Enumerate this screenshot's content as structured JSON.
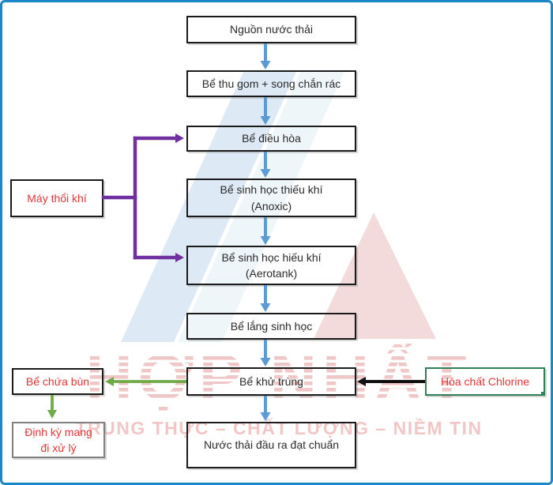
{
  "page": {
    "background": "#ffffff",
    "border_color": "#1b87c9"
  },
  "flow_boxes": [
    {
      "id": "source",
      "lines": [
        "Nguồn nước thải"
      ]
    },
    {
      "id": "collection",
      "lines": [
        "Bể thu gom + song chắn rác"
      ]
    },
    {
      "id": "equalization",
      "lines": [
        "Bể điều hòa"
      ]
    },
    {
      "id": "anoxic",
      "lines": [
        "Bể sinh học thiếu khí",
        "(Anoxic)"
      ]
    },
    {
      "id": "aerotank",
      "lines": [
        "Bể sinh học hiếu khí",
        "(Aerotank)"
      ]
    },
    {
      "id": "bio-settling",
      "lines": [
        "Bể lắng sinh học"
      ]
    },
    {
      "id": "disinfection",
      "lines": [
        "Bể khử trùng"
      ]
    },
    {
      "id": "output",
      "lines": [
        "Nước thải đầu ra đạt chuẩn"
      ]
    }
  ],
  "side_boxes": {
    "blower": {
      "label": "Máy thổi khí"
    },
    "sludge": {
      "label": "Bể chứa bùn"
    },
    "disposal": {
      "lines": [
        "Định kỳ mang",
        "đi xử lý"
      ]
    },
    "chlorine": {
      "label": "Hóa chất Chlorine"
    }
  },
  "watermark": {
    "brand": "HỢP NHẤT",
    "slogan": "TRUNG THỰC – CHẤT LƯỢNG – NIỀM TIN"
  },
  "colors": {
    "flow_arrow": "#5b9bd5",
    "blower_arrow": "#7030a0",
    "sludge_arrow": "#6faa47",
    "chlorine_arrow": "#111111",
    "red_text": "#e03636",
    "box_border": "#1a1a1a",
    "disposal_border": "#808080",
    "chlorine_border": "#2e8057"
  }
}
